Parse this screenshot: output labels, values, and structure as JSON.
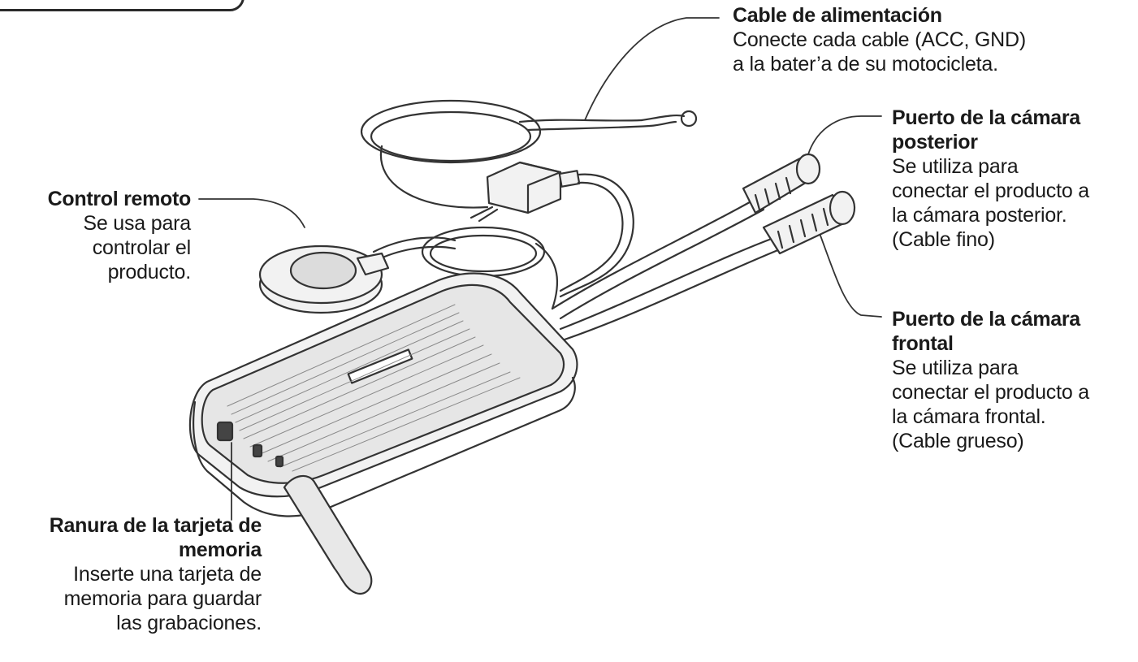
{
  "callouts": {
    "power_cable": {
      "title": "Cable de alimentación",
      "desc": [
        "Conecte cada cable (ACC, GND)",
        "a la bater’a de su motocicleta."
      ]
    },
    "rear_port": {
      "title": [
        "Puerto de la cámara",
        "posterior"
      ],
      "desc": [
        "Se utiliza para",
        "conectar el producto a",
        "la cámara posterior.",
        "(Cable fino)"
      ]
    },
    "remote": {
      "title": "Control remoto",
      "desc": [
        "Se usa para",
        "controlar el",
        "producto."
      ]
    },
    "front_port": {
      "title": [
        "Puerto de la cámara",
        "frontal"
      ],
      "desc": [
        "Se utiliza para",
        "conectar el producto a",
        "la cámara frontal.",
        "(Cable grueso)"
      ]
    },
    "memory_slot": {
      "title": [
        "Ranura de la tarjeta de",
        "memoria"
      ],
      "desc": [
        "Inserte una tarjeta de",
        "memoria para guardar",
        "las grabaciones."
      ]
    }
  },
  "colors": {
    "line": "#333333",
    "body": "#f2f2f2",
    "shade": "#cfcfcf"
  }
}
